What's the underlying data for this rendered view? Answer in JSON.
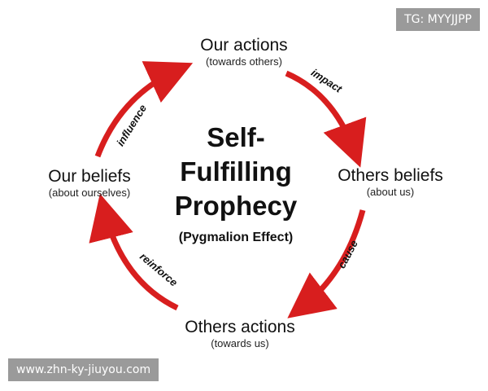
{
  "title_lines": [
    "Self-",
    "Fulfilling",
    "Prophecy"
  ],
  "subtitle": "(Pygmalion Effect)",
  "nodes": {
    "top": {
      "main": "Our actions",
      "sub": "(towards others)"
    },
    "right": {
      "main": "Others beliefs",
      "sub": "(about us)"
    },
    "bottom": {
      "main": "Others actions",
      "sub": "(towards us)"
    },
    "left": {
      "main": "Our beliefs",
      "sub": "(about ourselves)"
    }
  },
  "arrows": {
    "impact": "impact",
    "cause": "cause",
    "reinforce": "reinforce",
    "influence": "influence"
  },
  "watermarks": {
    "tg": "TG: MYYJJPP",
    "site": "www.zhn-ky-jiuyou.com"
  },
  "colors": {
    "arrow": "#d81e1e",
    "text": "#111111",
    "watermark_bg": "#9a9a9a"
  }
}
